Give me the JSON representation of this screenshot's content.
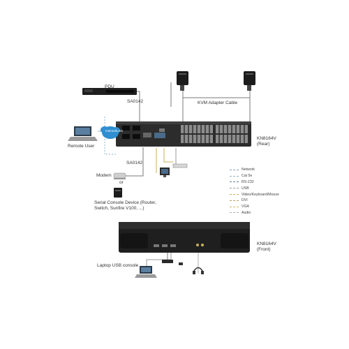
{
  "labels": {
    "pdu": "PDU",
    "sa0142_top": "SA0142",
    "sa0142_bottom": "SA0142",
    "kvm_adapter_cable": "KVM Adapter Cable",
    "remote_user": "Remote User",
    "internet_lan": "Internet/LAN",
    "rear_unit": "KN8164V",
    "rear_view": "(Rear)",
    "front_unit": "KN8164V",
    "front_view": "(Front)",
    "modem": "Modem",
    "or": "or",
    "serial_console": "Serial Console Device (Router, Switch, Sunfire V100, ...)",
    "laptop_usb_console": "Laptop USB console"
  },
  "legend": [
    {
      "label": "Network",
      "color": "#8aa0b8"
    },
    {
      "label": "Cat 5e",
      "color": "#8fb4c8"
    },
    {
      "label": "RS-232",
      "color": "#6a7f90"
    },
    {
      "label": "USB",
      "color": "#9a9a9a"
    },
    {
      "label": "Video/Keyboard/Mouse",
      "color": "#c9b25a"
    },
    {
      "label": "DVI",
      "color": "#b7a060"
    },
    {
      "label": "VGA",
      "color": "#c8b86a"
    },
    {
      "label": "Audio",
      "color": "#b0b0b0"
    }
  ],
  "colors": {
    "device_dark": "#1c1c1c",
    "device_mid": "#3a3a3a",
    "cable_gray": "#8c8c8c",
    "cloud_blue": "#2f8fd0"
  }
}
